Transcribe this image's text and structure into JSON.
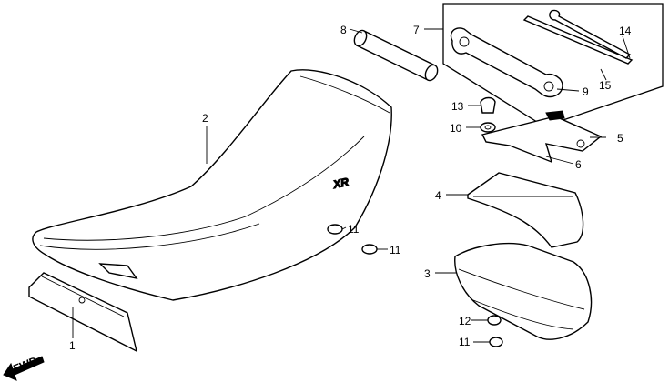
{
  "diagram": {
    "brand_mark": "XR",
    "direction_label": "FWD",
    "callouts": {
      "c1": "1",
      "c2": "2",
      "c3": "3",
      "c4": "4",
      "c5": "5",
      "c6": "6",
      "c7": "7",
      "c8": "8",
      "c9": "9",
      "c10": "10",
      "c11a": "11",
      "c11b": "11",
      "c11c": "11",
      "c12": "12",
      "c13": "13",
      "c14": "14",
      "c15": "15"
    }
  }
}
